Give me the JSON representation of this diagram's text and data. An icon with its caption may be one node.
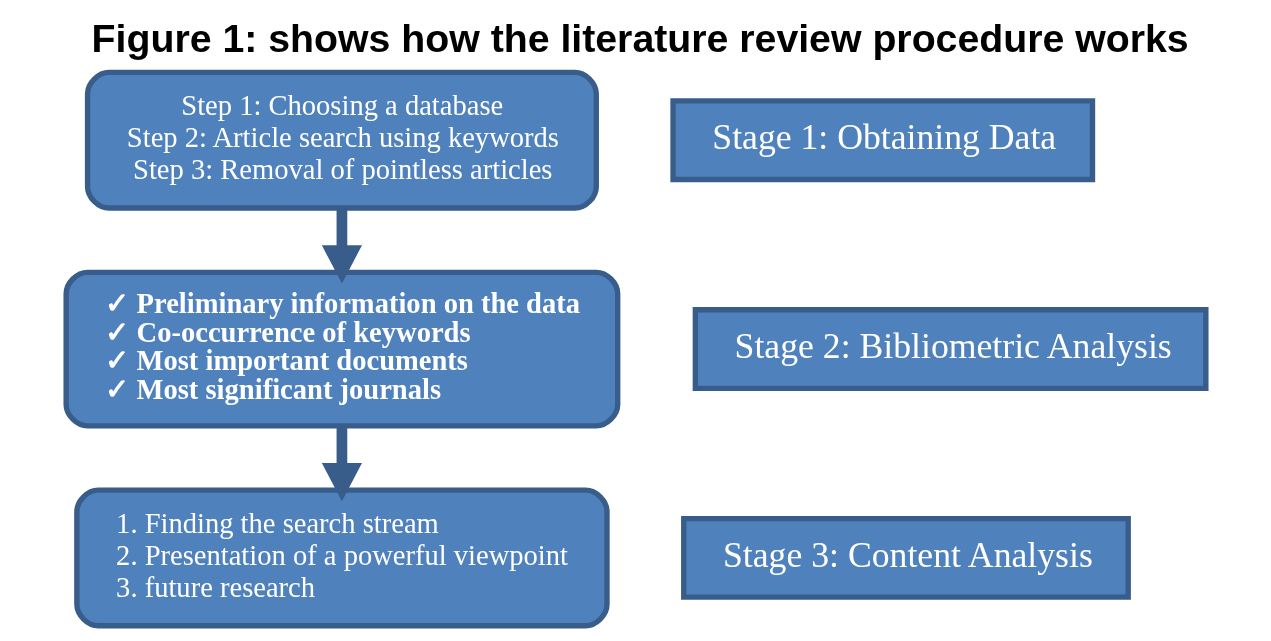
{
  "diagram": {
    "title": "Figure 1: shows how the literature review procedure works",
    "nodes": [
      {
        "text": [
          "Step 1: Choosing a database",
          "Step 2: Article search using keywords",
          "Step 3: Removal of pointless articles"
        ]
      },
      {
        "text": [
          "Stage 1: Obtaining Data"
        ]
      },
      {
        "text": [
          "✓ Preliminary information on the data",
          "✓ Co-occurrence of keywords",
          "✓ Most important documents",
          "✓ Most significant journals"
        ]
      },
      {
        "text": [
          "Stage 2: Bibliometric Analysis"
        ]
      },
      {
        "text": [
          "1. Finding the search stream",
          "2. Presentation of a powerful viewpoint",
          "3. future research"
        ]
      },
      {
        "text": [
          "Stage 3: Content Analysis"
        ]
      }
    ],
    "edges": [
      {
        "from": 0,
        "to": 2,
        "arrow": "to"
      },
      {
        "from": 2,
        "to": 4,
        "arrow": "to"
      }
    ]
  }
}
